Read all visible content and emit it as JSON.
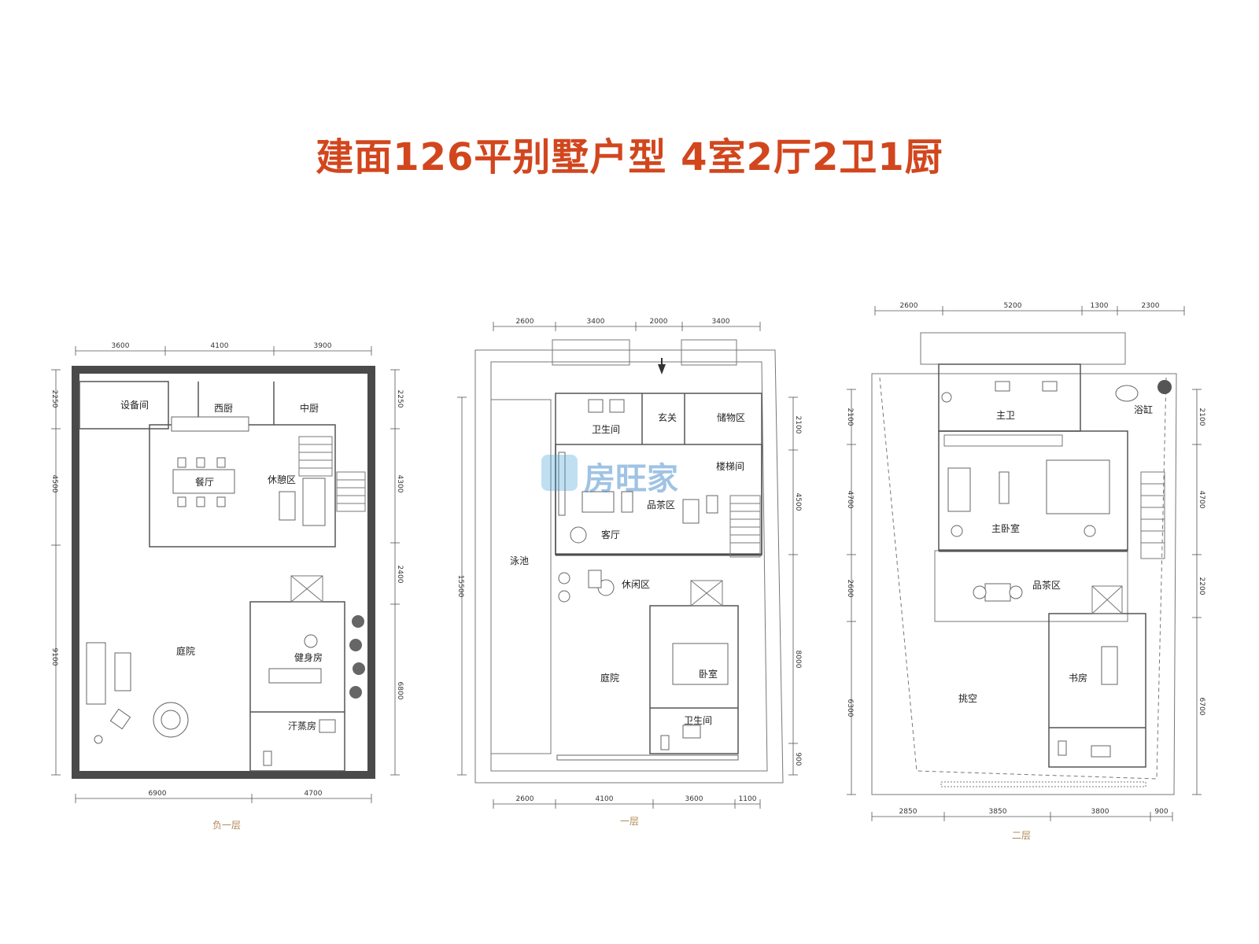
{
  "title": "建面126平别墅户型 4室2厅2卫1厨",
  "watermark": "房旺家",
  "colors": {
    "title": "#d2461e",
    "floor_label": "#b08a57",
    "watermark": "#2f7bc4"
  },
  "plans": {
    "basement": {
      "label": "负一层",
      "dims_top": [
        "3600",
        "4100",
        "3900"
      ],
      "dims_bottom": [
        "6900",
        "4700"
      ],
      "dims_left": [
        "2250",
        "4500",
        "9100"
      ],
      "dims_right": [
        "2250",
        "4300",
        "2400",
        "6800"
      ],
      "rooms": {
        "equipment": "设备间",
        "west_kitchen": "西厨",
        "chinese_kitchen": "中厨",
        "dining": "餐厅",
        "lounge": "休憩区",
        "courtyard": "庭院",
        "gym": "健身房",
        "sauna": "汗蒸房"
      }
    },
    "ground": {
      "label": "一层",
      "dims_top": [
        "2600",
        "3400",
        "2000",
        "3400"
      ],
      "dims_bottom": [
        "2600",
        "4100",
        "3600",
        "1100"
      ],
      "dims_left": [
        "15500"
      ],
      "dims_right": [
        "2100",
        "4500",
        "8000",
        "900"
      ],
      "rooms": {
        "bathroom": "卫生间",
        "foyer": "玄关",
        "storage": "储物区",
        "stairwell": "楼梯间",
        "tea": "品茶区",
        "living": "客厅",
        "pool": "泳池",
        "leisure": "休闲区",
        "courtyard": "庭院",
        "bedroom": "卧室",
        "bathroom2": "卫生间"
      }
    },
    "second": {
      "label": "二层",
      "dims_top": [
        "2600",
        "5200",
        "1300",
        "2300"
      ],
      "dims_bottom": [
        "2850",
        "3850",
        "3800",
        "900"
      ],
      "dims_left": [
        "2100",
        "4700",
        "2600",
        "6300"
      ],
      "dims_right": [
        "2100",
        "4700",
        "2200",
        "6700"
      ],
      "rooms": {
        "master_bath": "主卫",
        "bathtub": "浴缸",
        "master_bedroom": "主卧室",
        "tea": "品茶区",
        "void": "挑空",
        "study": "书房"
      }
    }
  }
}
